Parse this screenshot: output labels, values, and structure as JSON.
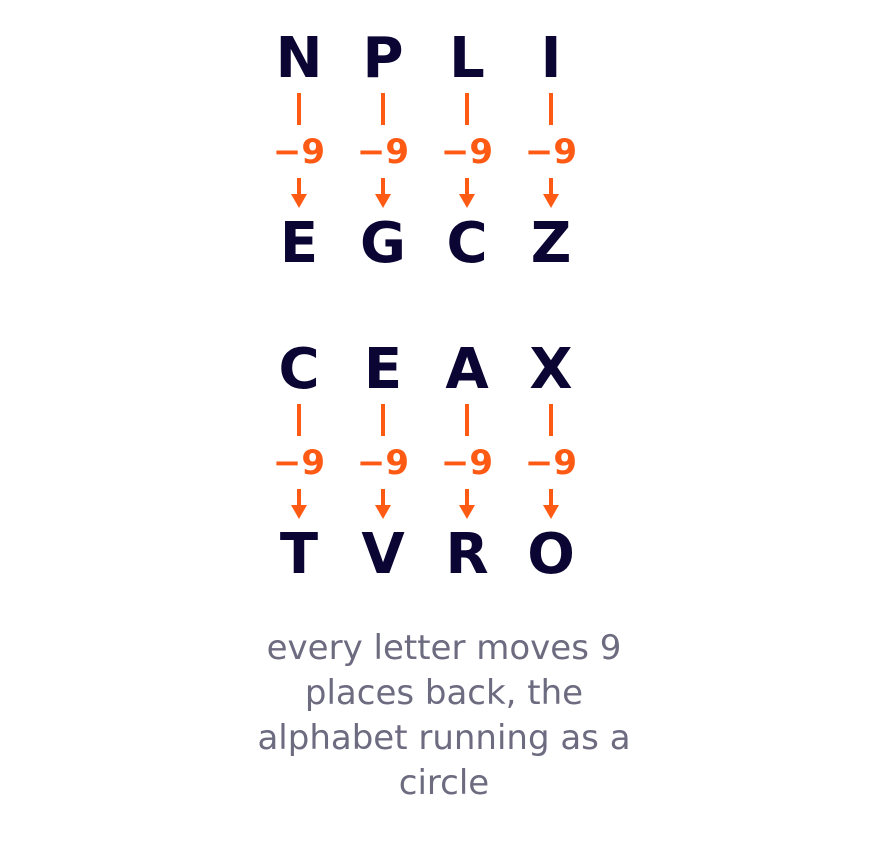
{
  "rows": [
    {
      "plain": [
        "N",
        "P",
        "L",
        "I"
      ],
      "cipher": [
        "E",
        "G",
        "C",
        "Z"
      ],
      "shift_label": "−9"
    },
    {
      "plain": [
        "C",
        "E",
        "A",
        "X"
      ],
      "cipher": [
        "T",
        "V",
        "R",
        "O"
      ],
      "shift_label": "−9"
    }
  ],
  "caption": "every letter moves 9 places back, the alphabet running as a circle",
  "colors": {
    "letter": "#0b0533",
    "shift": "#ff5a14",
    "caption": "#6d6b80"
  }
}
